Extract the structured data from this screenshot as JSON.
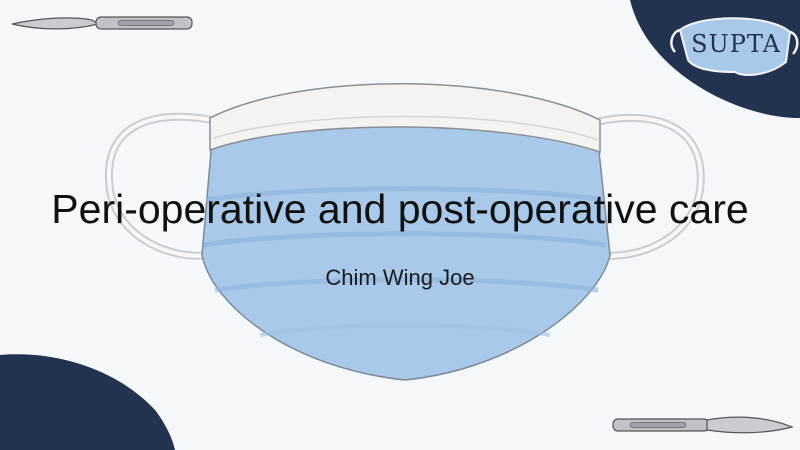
{
  "slide": {
    "title": "Peri-operative and post-operative care",
    "subtitle": "Chim Wing Joe",
    "logo_text": "SUPTA"
  },
  "colors": {
    "background": "#f4f8fb",
    "navy": "#22324f",
    "mask_blue": "#a9c9ea",
    "mask_blue_dark": "#8fb4dc",
    "band_white": "#f3f3f0",
    "scalpel_gray": "#bfc3c7",
    "ink": "#111111"
  },
  "icons": [
    "scalpel-icon",
    "surgical-mask-illustration",
    "supta-logo-icon"
  ]
}
